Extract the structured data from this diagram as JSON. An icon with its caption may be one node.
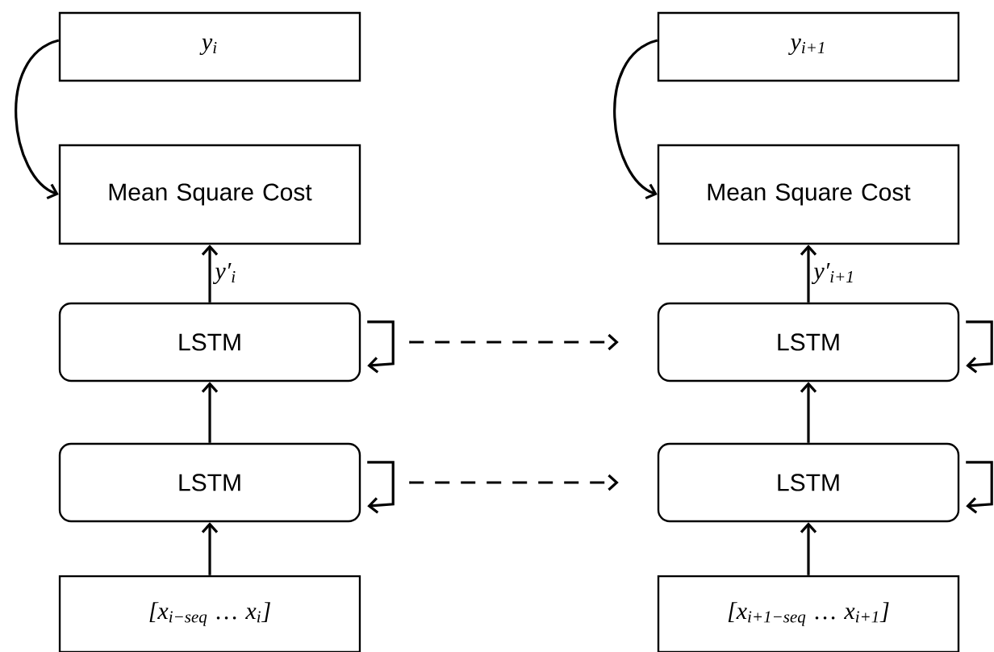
{
  "diagram": {
    "nodes": [
      {
        "text": [
          "y$_{i}$"
        ]
      },
      {
        "text": [
          "Mean Square Cost"
        ]
      },
      {
        "text": [
          "LSTM"
        ]
      },
      {
        "text": [
          "LSTM"
        ]
      },
      {
        "text": [
          "[x$_{i−seq}$ … x$_{i}$]"
        ]
      },
      {
        "text": [
          "y$_{i+1}$"
        ]
      },
      {
        "text": [
          "Mean Square Cost"
        ]
      },
      {
        "text": [
          "LSTM"
        ]
      },
      {
        "text": [
          "LSTM"
        ]
      },
      {
        "text": [
          "[x$_{i+1−seq}$ … x$_{i+1}$]"
        ]
      }
    ],
    "edges": [
      {
        "from": 0,
        "to": 1,
        "arrow": "to"
      },
      {
        "from": 2,
        "to": 1,
        "arrow": "to",
        "label": "y′$_{i}$"
      },
      {
        "from": 3,
        "to": 2,
        "arrow": "to"
      },
      {
        "from": 4,
        "to": 3,
        "arrow": "to"
      },
      {
        "from": 2,
        "to": 2,
        "arrow": "to"
      },
      {
        "from": 3,
        "to": 3,
        "arrow": "to"
      },
      {
        "from": 2,
        "to": 7,
        "arrow": "to",
        "style": "dashed"
      },
      {
        "from": 3,
        "to": 8,
        "arrow": "to",
        "style": "dashed"
      },
      {
        "from": 5,
        "to": 6,
        "arrow": "to"
      },
      {
        "from": 7,
        "to": 6,
        "arrow": "to",
        "label": "y′$_{i+1}$"
      },
      {
        "from": 8,
        "to": 7,
        "arrow": "to"
      },
      {
        "from": 9,
        "to": 8,
        "arrow": "to"
      },
      {
        "from": 7,
        "to": 7,
        "arrow": "to"
      },
      {
        "from": 8,
        "to": 8,
        "arrow": "to"
      }
    ]
  }
}
